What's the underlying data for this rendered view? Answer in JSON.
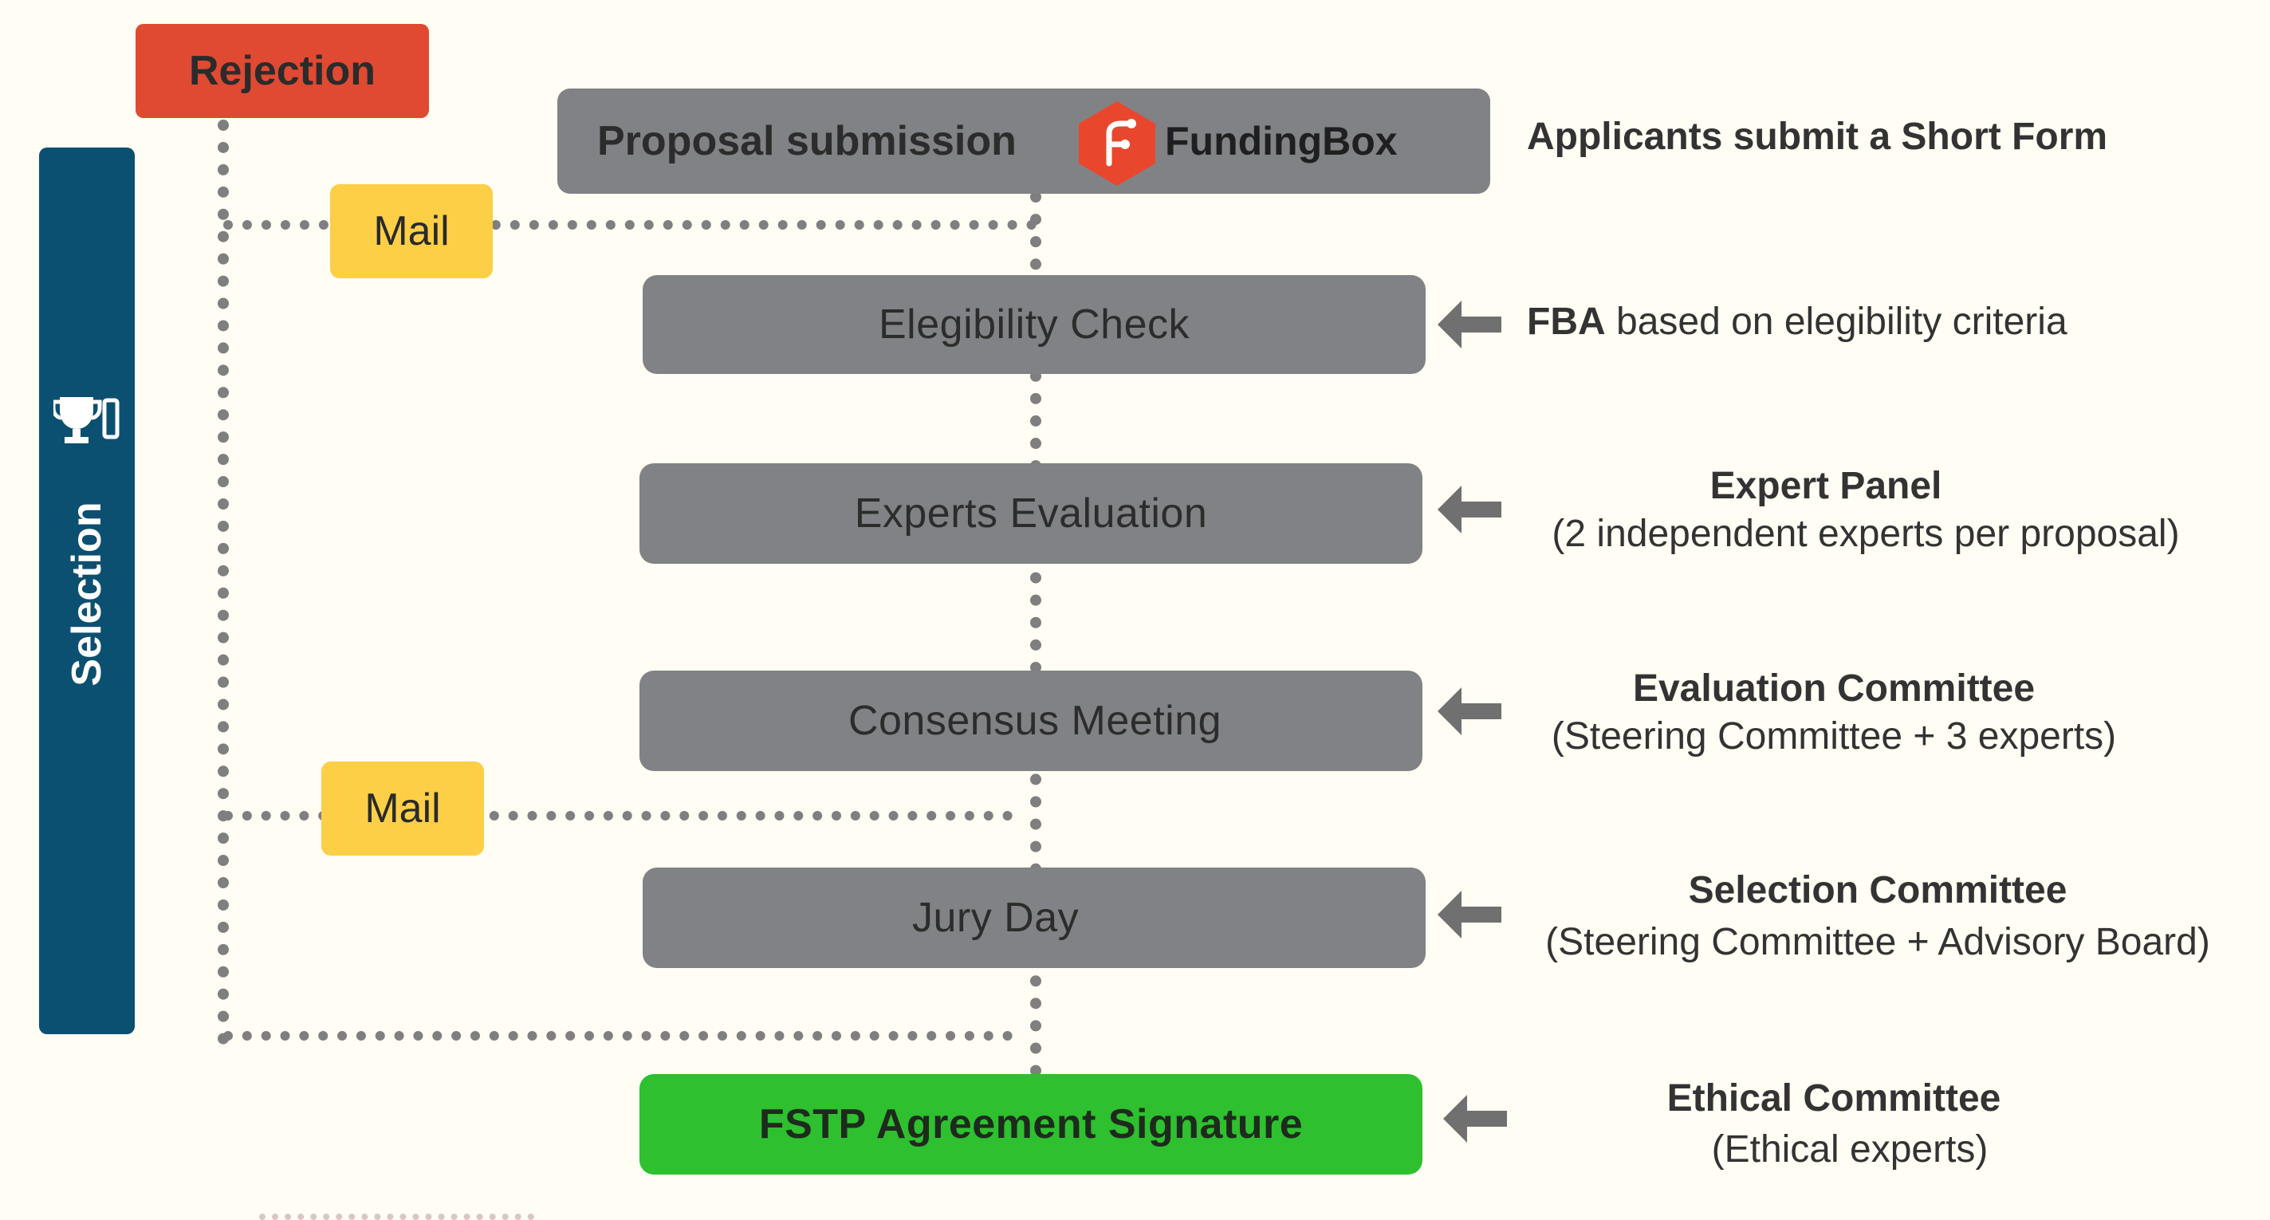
{
  "sidebar": {
    "label": "Selection",
    "icon": "trophy-icon"
  },
  "rejection": {
    "label": "Rejection",
    "color": "#e04a32"
  },
  "mail_labels": [
    "Mail",
    "Mail"
  ],
  "steps": {
    "proposal": "Proposal submission",
    "eligibility": "Elegibility Check",
    "experts": "Experts Evaluation",
    "consensus": "Consensus Meeting",
    "jury": "Jury Day",
    "agreement": "FSTP Agreement Signature"
  },
  "logo": {
    "text": "FundingBox",
    "color": "#e8472d"
  },
  "descriptions": {
    "proposal": "Applicants submit a Short Form",
    "eligibility_bold": "FBA",
    "eligibility_rest": " based on elegibility criteria",
    "experts_title": "Expert Panel",
    "experts_sub": "(2 independent experts per proposal)",
    "consensus_title": "Evaluation Committee",
    "consensus_sub": "(Steering Committee + 3 experts)",
    "jury_title": "Selection Committee",
    "jury_sub": "(Steering Committee + Advisory Board)",
    "agreement_title": "Ethical Committee",
    "agreement_sub": "(Ethical experts)"
  },
  "colors": {
    "step_gray": "#818285",
    "sidebar_blue": "#0c5071",
    "mail_yellow": "#fdcf47",
    "agreement_green": "#2ec02e"
  }
}
